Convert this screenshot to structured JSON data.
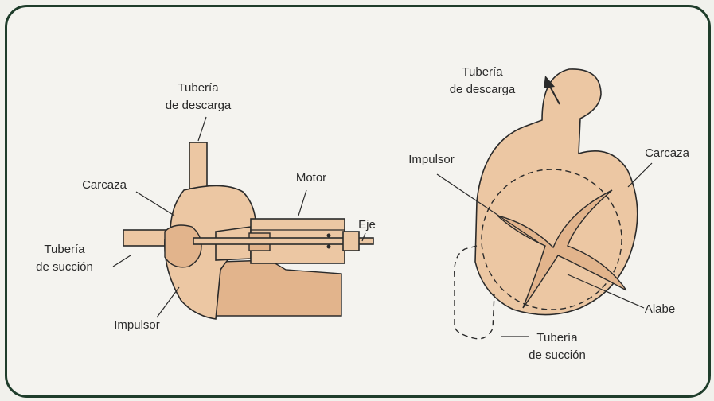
{
  "left_figure": {
    "labels": {
      "discharge_pipe": [
        "Tubería",
        "de descarga"
      ],
      "casing": "Carcaza",
      "motor": "Motor",
      "shaft": "Eje",
      "suction_pipe": [
        "Tubería",
        "de succión"
      ],
      "impeller": "Impulsor"
    }
  },
  "right_figure": {
    "labels": {
      "discharge_pipe": [
        "Tubería",
        "de descarga"
      ],
      "impeller": "Impulsor",
      "casing": "Carcaza",
      "vane": "Alabe",
      "suction_pipe": [
        "Tubería",
        "de succión"
      ]
    }
  },
  "colors": {
    "frame_border": "#1f3d2b",
    "pump_fill": "#ecc7a3",
    "ink": "#2a2a2a"
  }
}
